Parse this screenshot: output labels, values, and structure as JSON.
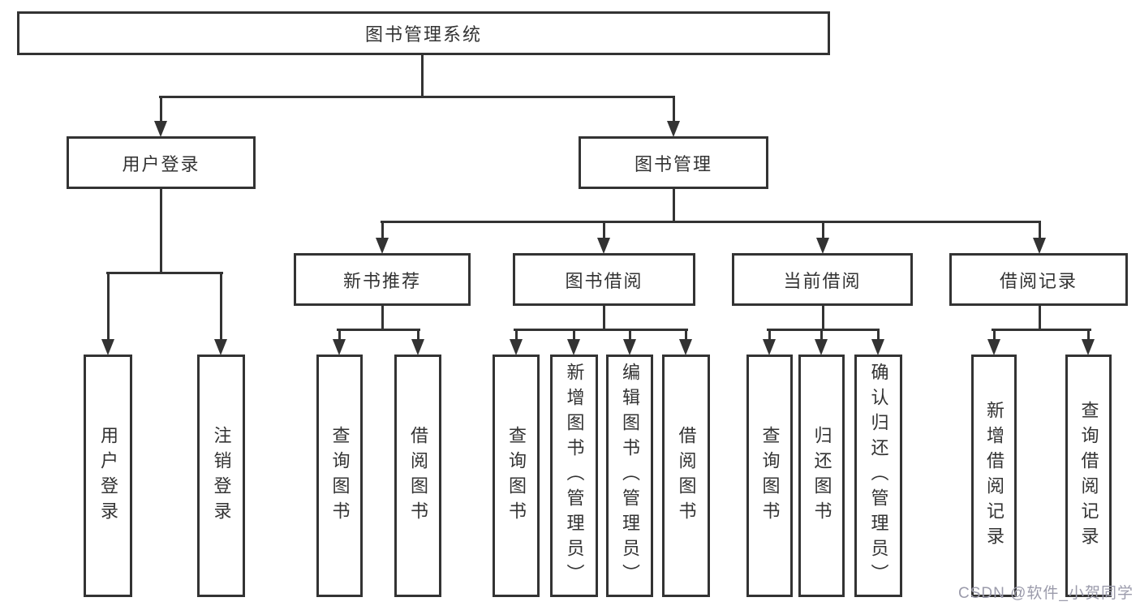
{
  "nodes": {
    "root": "图书管理系统",
    "login": "用户登录",
    "mgmt": "图书管理",
    "recommend": "新书推荐",
    "borrow": "图书借阅",
    "current": "当前借阅",
    "records": "借阅记录",
    "login_user": "用户登录",
    "login_logout": "注销登录",
    "rec_query": "查询图书",
    "rec_borrow": "借阅图书",
    "bor_query": "查询图书",
    "bor_add": "新增图书（管理员）",
    "bor_edit": "编辑图书（管理员）",
    "bor_borrow": "借阅图书",
    "cur_query": "查询图书",
    "cur_return": "归还图书",
    "cur_confirm": "确认归还（管理员）",
    "recd_add": "新增借阅记录",
    "recd_query": "查询借阅记录"
  },
  "watermark": "CSDN @软件_小贺同学",
  "colors": {
    "line": "#333333",
    "text": "#333333",
    "watermark": "#9b9bab",
    "background": "#ffffff"
  }
}
